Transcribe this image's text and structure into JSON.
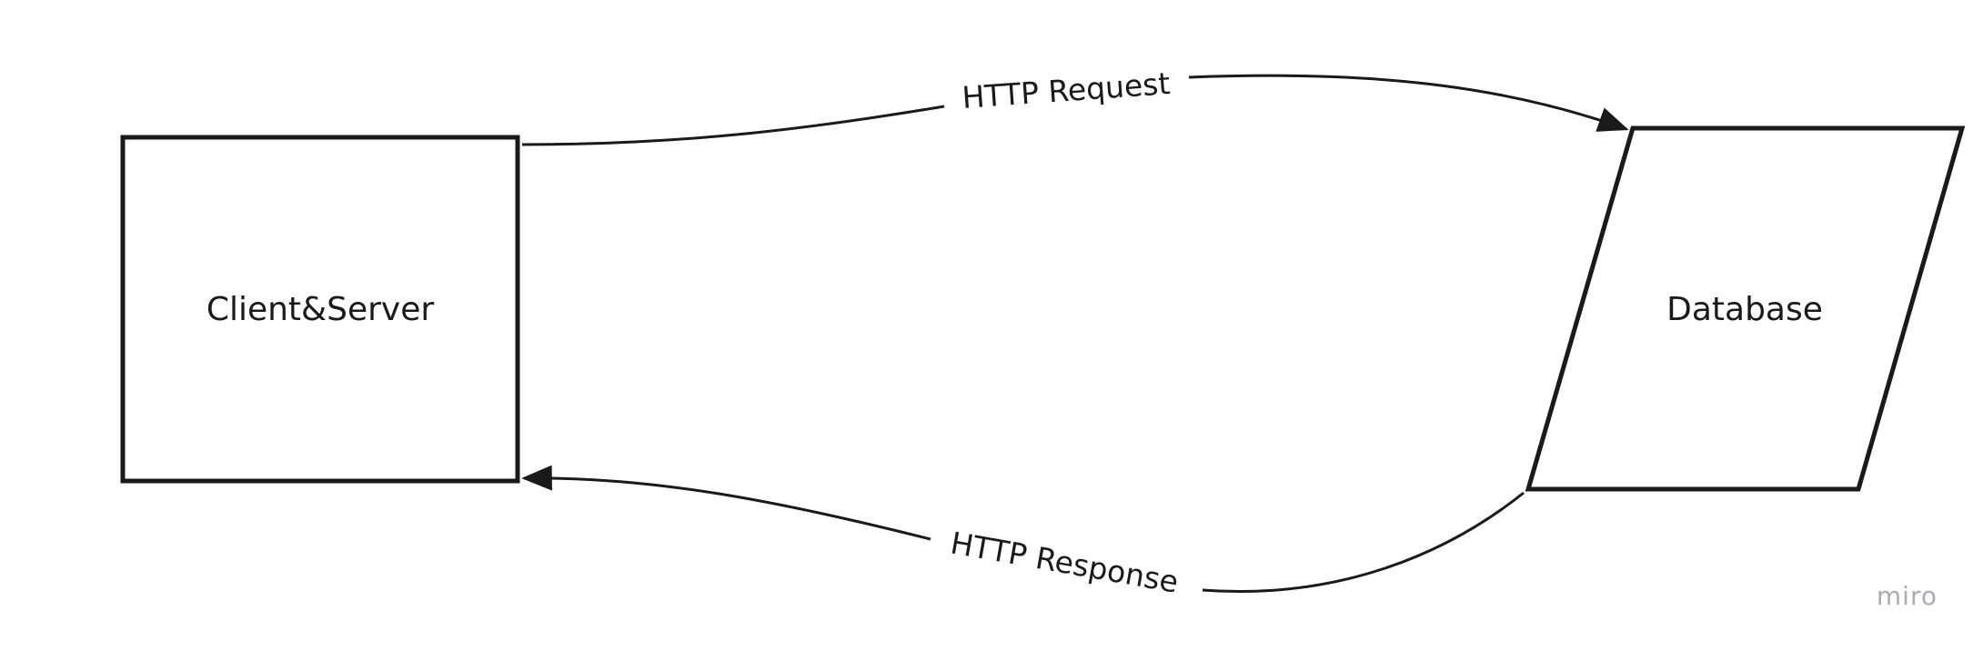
{
  "diagram": {
    "nodes": [
      {
        "id": "client-server",
        "shape": "rectangle",
        "label": "Client&Server"
      },
      {
        "id": "database",
        "shape": "parallelogram",
        "label": "Database"
      }
    ],
    "edges": [
      {
        "from": "client-server",
        "to": "database",
        "label": "HTTP Request"
      },
      {
        "from": "database",
        "to": "client-server",
        "label": "HTTP Response"
      }
    ]
  },
  "watermark": "miro",
  "colors": {
    "stroke": "#1a1a1a",
    "text": "#1a1a1a",
    "watermark": "#a9acb4",
    "background": "#ffffff"
  }
}
